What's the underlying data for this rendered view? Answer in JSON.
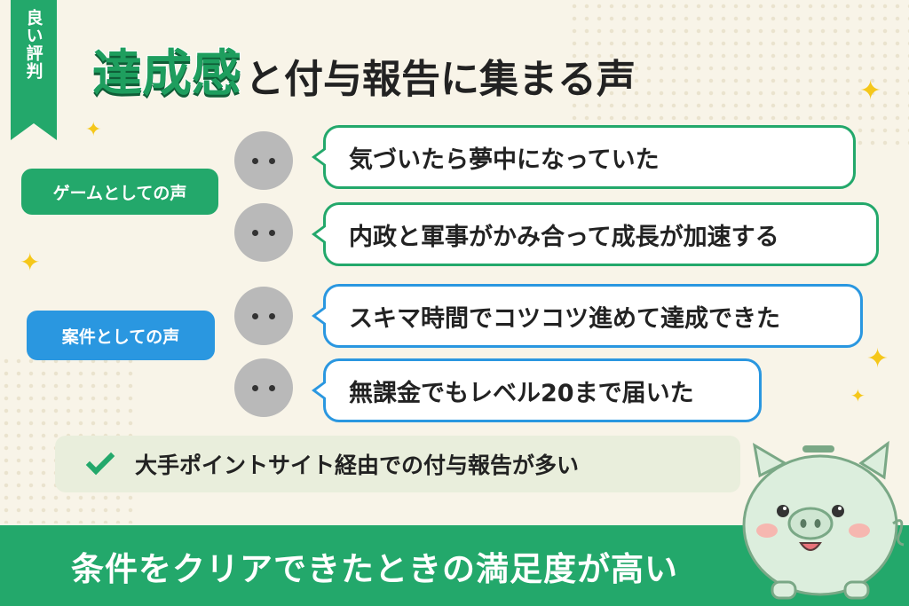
{
  "ribbon": {
    "label": "良い評判"
  },
  "title": {
    "highlight": "達成感",
    "rest": "と付与報告に集まる声"
  },
  "groups": [
    {
      "label": "ゲームとしての声",
      "comments": [
        "気づいたら夢中になっていた",
        "内政と軍事がかみ合って成長が加速する"
      ]
    },
    {
      "label": "案件としての声",
      "comments": [
        "スキマ時間でコツコツ進めて達成できた",
        "無課金でもレベル20まで届いた"
      ]
    }
  ],
  "summary": {
    "text": "大手ポイントサイト経由での付与報告が多い",
    "icon": "check-icon"
  },
  "footer": {
    "text": "条件をクリアできたときの満足度が高い"
  },
  "colors": {
    "green": "#23a86b",
    "blue": "#2a97e0",
    "background": "#f8f4e8",
    "sparkle": "#f5c71a"
  }
}
